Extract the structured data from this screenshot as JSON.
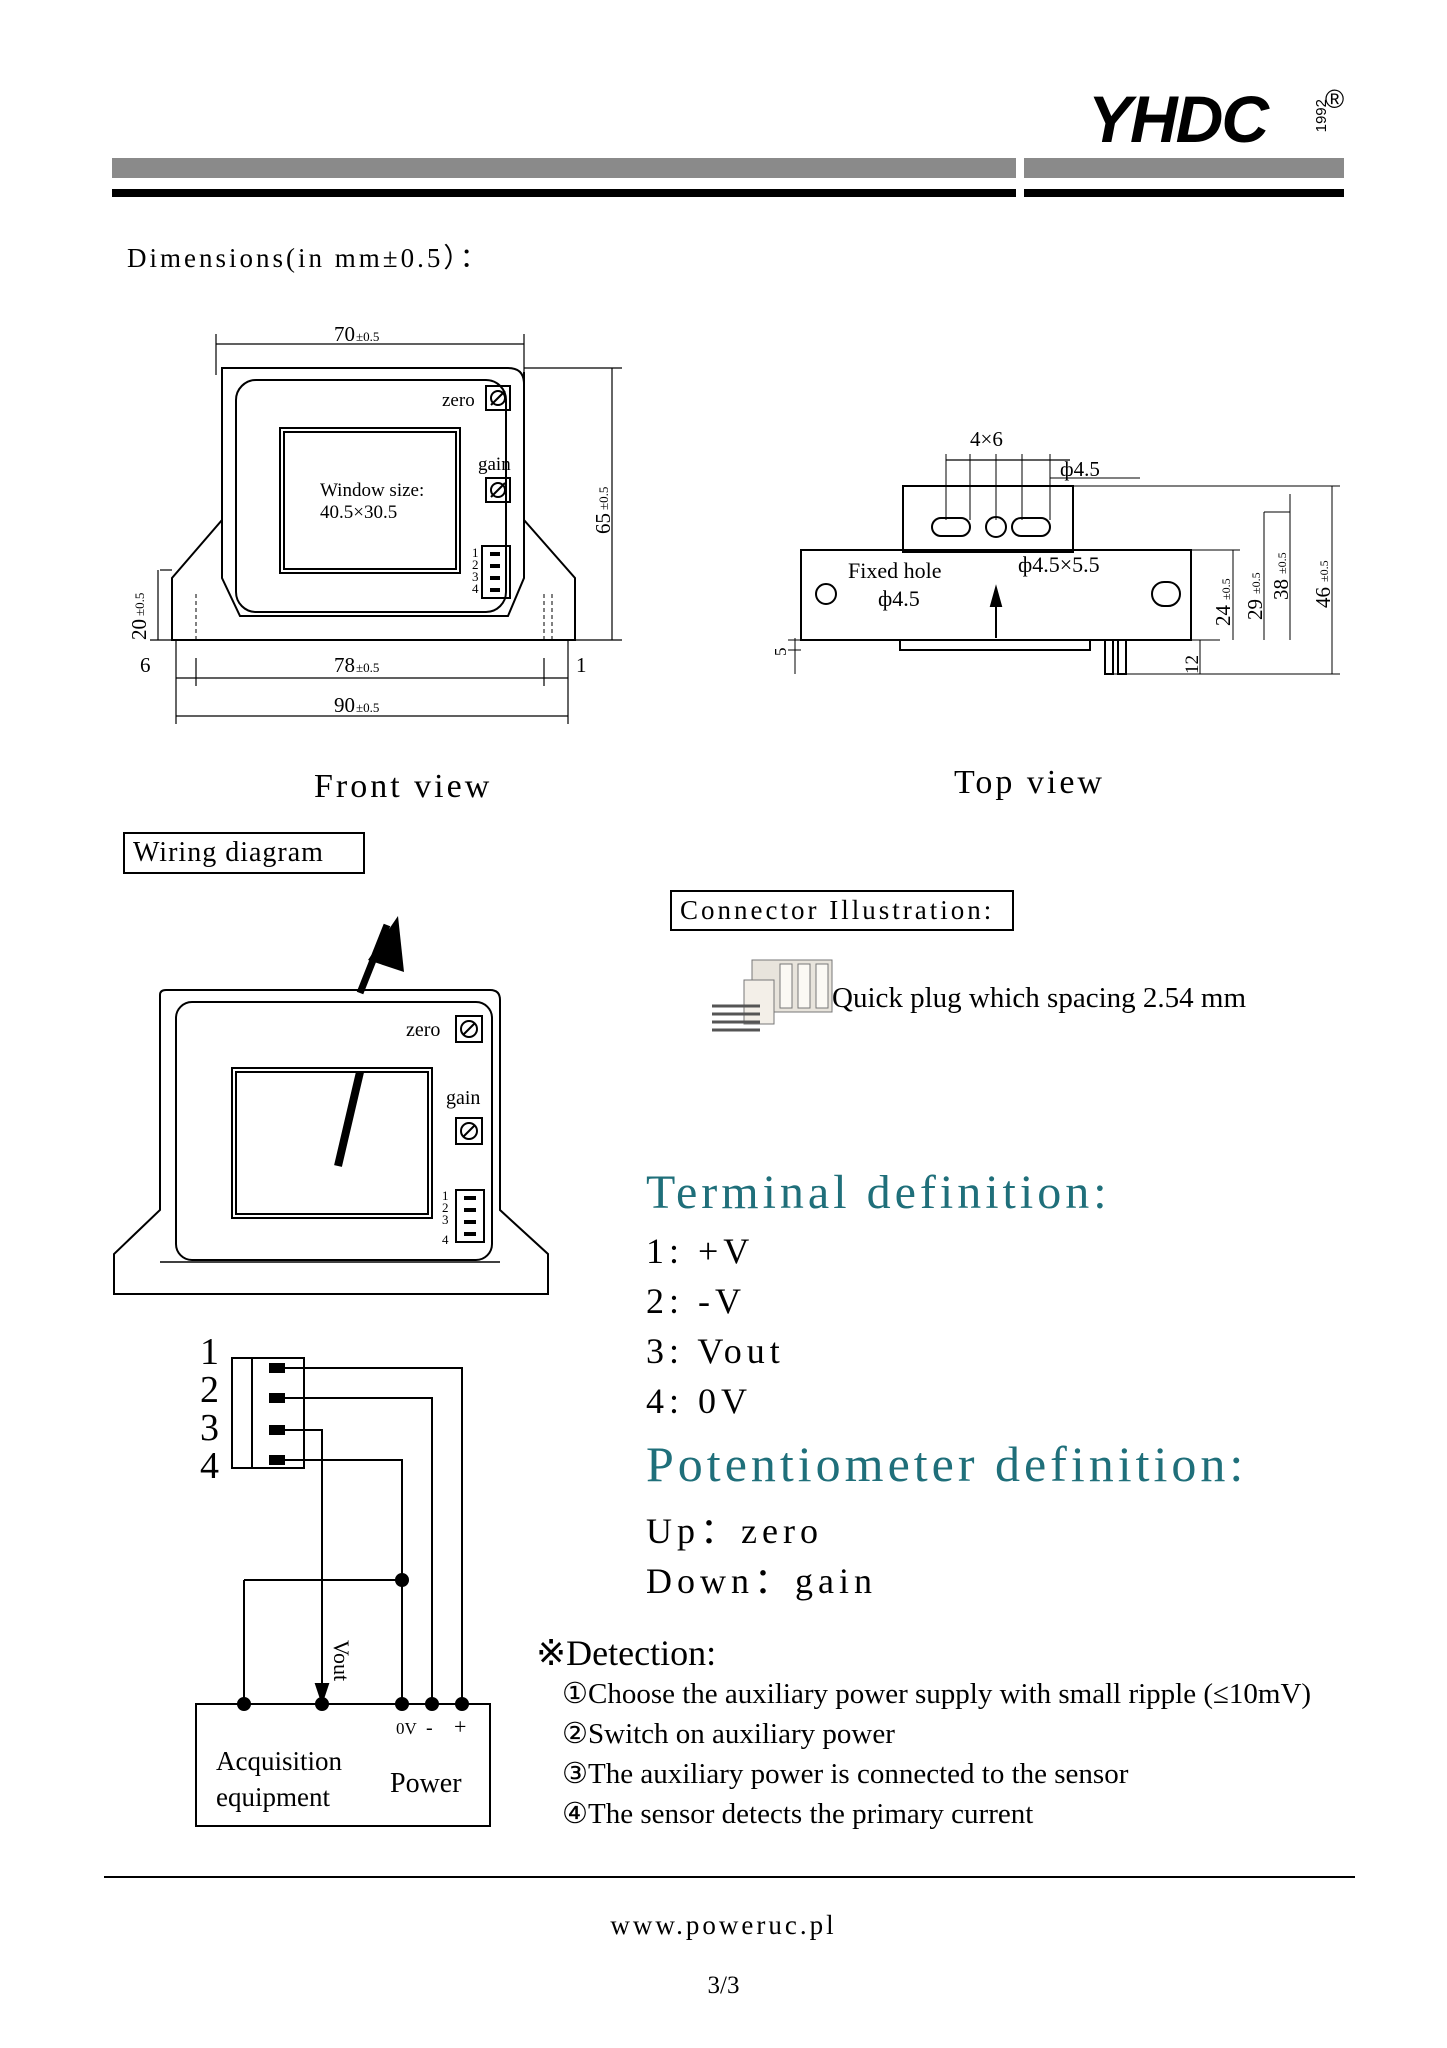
{
  "header": {
    "logo_text": "YHDC",
    "logo_year": "1992",
    "registered_mark": "®"
  },
  "dimensions": {
    "title": "Dimensions(in mm±0.5）："
  },
  "front_view": {
    "label": "Front view",
    "zero_label": "zero",
    "gain_label": "gain",
    "window_text_1": "Window size:",
    "window_text_2": "40.5×30.5",
    "pins": [
      "1",
      "2",
      "3",
      "4"
    ],
    "dim_width_top": "70",
    "dim_tol": "±0.5",
    "dim_height_right": "65",
    "dim_height_left": "20",
    "dim_bottom_mid": "78",
    "dim_bottom_total": "90",
    "dim_left_foot": "6",
    "dim_right_foot": "1"
  },
  "top_view": {
    "label": "Top view",
    "slots": "4×6",
    "hole_top": "ф4.5",
    "fixed_hole_1": "Fixed hole",
    "fixed_hole_2": "ф4.5",
    "slot_size": "ф4.5×5.5",
    "dim_5": "5",
    "dim_12": "12",
    "dim_24": "24",
    "dim_29": "29",
    "dim_38": "38",
    "dim_46": "46",
    "dim_tol": "±0.5"
  },
  "wiring": {
    "label": "Wiring diagram",
    "zero_label": "zero",
    "gain_label": "gain",
    "pins": [
      "1",
      "2",
      "3",
      "4"
    ],
    "vout_label": "Vout",
    "acq_1": "Acquisition",
    "acq_2": "equipment",
    "power_label": "Power",
    "power_0v": "0V",
    "power_minus": "-",
    "power_plus": "+"
  },
  "connector": {
    "label": "Connector Illustration:",
    "description": "Quick plug which spacing  2.54 mm"
  },
  "terminal": {
    "title": "Terminal definition:",
    "items": [
      "1:  +V",
      "2:  -V",
      "3:  Vout",
      "4:  0V"
    ]
  },
  "potentiometer": {
    "title": "Potentiometer definition:",
    "items": [
      "Up：zero",
      "Down：gain"
    ]
  },
  "detection": {
    "title": "※Detection:",
    "steps": [
      "①Choose the auxiliary power supply with small ripple (≤10mV)",
      "②Switch on auxiliary power",
      "③The auxiliary power is connected to the sensor",
      "④The sensor detects the primary current"
    ]
  },
  "footer": {
    "url": "www.poweruc.pl",
    "page": "3/3"
  },
  "colors": {
    "heading_teal": "#1f6f7a",
    "band_grey": "#8a8a8a"
  }
}
